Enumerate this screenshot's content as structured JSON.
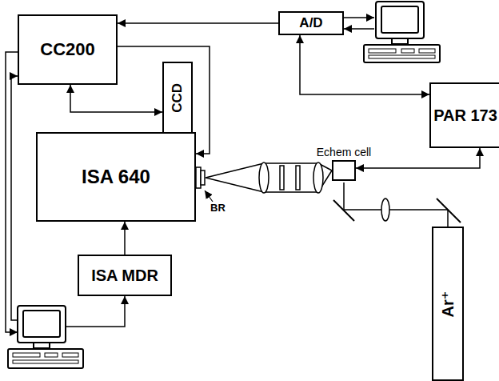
{
  "diagram": {
    "nodes": [
      {
        "text": [
          "CC200"
        ]
      },
      {
        "text": [
          "A/D"
        ]
      },
      {
        "text": [
          "CCD"
        ]
      },
      {
        "text": [
          "ISA 640"
        ]
      },
      {
        "text": [
          "PAR 173"
        ]
      },
      {
        "text": [
          "Echem cell"
        ]
      },
      {
        "text": [
          "ISA MDR"
        ]
      },
      {
        "text": [
          "Ar⁺"
        ]
      }
    ],
    "edges": [
      {
        "from": 1,
        "to": 0,
        "arrow": "to"
      },
      {
        "from": 1,
        "to": 4,
        "arrow": "both"
      },
      {
        "from": 0,
        "to": 2,
        "arrow": "both"
      },
      {
        "from": 0,
        "to": 3,
        "arrow": "to"
      },
      {
        "from": 4,
        "to": 5,
        "arrow": "both"
      },
      {
        "from": 6,
        "to": 3,
        "arrow": "to"
      }
    ],
    "labels": [
      "BR"
    ]
  }
}
